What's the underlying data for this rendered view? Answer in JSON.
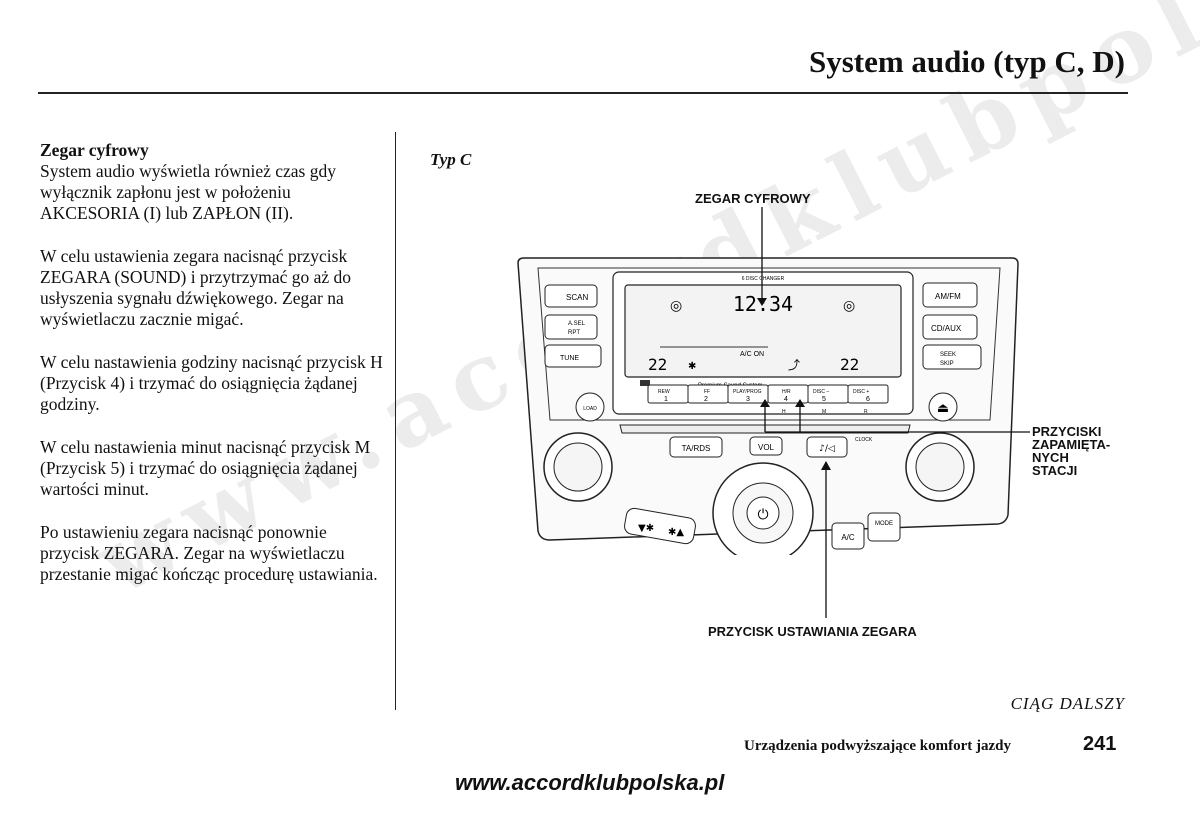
{
  "watermark": "www.accordklubpolska.pl",
  "header": {
    "title": "System audio (typ C, D)"
  },
  "left_column": {
    "subheading": "Zegar cyfrowy",
    "paragraphs": [
      "System audio wyświetla również czas gdy wyłącznik zapłonu jest w położeniu AKCESORIA (I) lub ZAPŁON (II).",
      "W celu ustawienia zegara nacisnąć przycisk ZEGARA (SOUND) i przytrzymać go aż do usłyszenia sygnału dźwiękowego. Zegar na wyświetlaczu zacznie migać.",
      "W celu nastawienia godziny nacisnąć przycisk H (Przycisk 4) i trzymać do osiągnięcia żądanej godziny.",
      "W celu nastawienia minut nacisnąć przycisk M (Przycisk 5) i trzymać do osiągnięcia żądanej wartości minut.",
      "Po ustawieniu zegara nacisnąć ponownie przycisk ZEGARA. Zegar na wyświetlaczu przestanie migać kończąc procedurę ustawiania."
    ]
  },
  "figure": {
    "label": "Typ C",
    "callouts": {
      "clock": "ZEGAR CYFROWY",
      "presets": [
        "PRZYCISKI",
        "ZAPAMIĘTA-",
        "NYCH",
        "STACJI"
      ],
      "clock_button": "PRZYCISK USTAWIANIA ZEGARA"
    },
    "radio": {
      "display_top": "6 DISC CHANGER",
      "time": "12:34",
      "ac_on": "A/C ON",
      "temp_left": "22",
      "temp_right": "22",
      "brand": "Premium Sound System",
      "left_buttons": [
        "SCAN",
        "A.SEL",
        "RPT",
        "TUNE"
      ],
      "right_buttons": [
        "AM/FM",
        "CD/AUX",
        "SEEK",
        "SKIP"
      ],
      "presets": [
        {
          "top": "REW",
          "num": "1"
        },
        {
          "top": "FF",
          "num": "2"
        },
        {
          "top": "PLAY/PROG",
          "num": "3"
        },
        {
          "top": "H/R",
          "num": "4",
          "sub": "H"
        },
        {
          "top": "DISC –",
          "num": "5",
          "sub": "M"
        },
        {
          "top": "DISC +",
          "num": "6",
          "sub": "R"
        }
      ],
      "load": "LOAD",
      "ta_rds": "TA/RDS",
      "vol": "VOL",
      "sound": "♪/◁",
      "clock": "CLOCK",
      "ac": "A/C",
      "mode": "MODE"
    }
  },
  "continued": "CIĄG DALSZY",
  "footer": {
    "section": "Urządzenia podwyższające komfort jazdy",
    "page": "241",
    "website": "www.accordklubpolska.pl"
  }
}
